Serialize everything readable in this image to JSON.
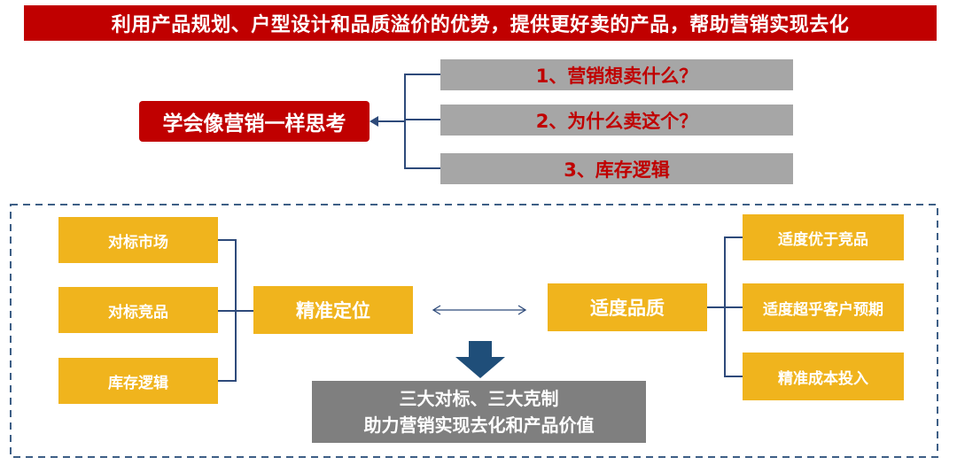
{
  "header": {
    "banner": "利用产品规划、户型设计和品质溢价的优势，提供更好卖的产品，帮助营销实现去化"
  },
  "top": {
    "center_label": "学会像营销一样思考",
    "items": [
      "1、营销想卖什么？",
      "2、为什么卖这个？",
      "3、库存逻辑"
    ]
  },
  "left": {
    "items": [
      "对标市场",
      "对标竞品",
      "库存逻辑"
    ],
    "center": "精准定位"
  },
  "right": {
    "center": "适度品质",
    "items": [
      "适度优于竞品",
      "适度超乎客户预期",
      "精准成本投入"
    ]
  },
  "conclusion": {
    "line1": "三大对标、三大克制",
    "line2": "助力营销实现去化和产品价值"
  },
  "colors": {
    "red": "#c00000",
    "gray": "#a6a6a6",
    "yellow": "#f0b41d",
    "dark_gray": "#7f7f7f",
    "connector": "#2e4a7a",
    "arrow": "#1f4e79"
  }
}
